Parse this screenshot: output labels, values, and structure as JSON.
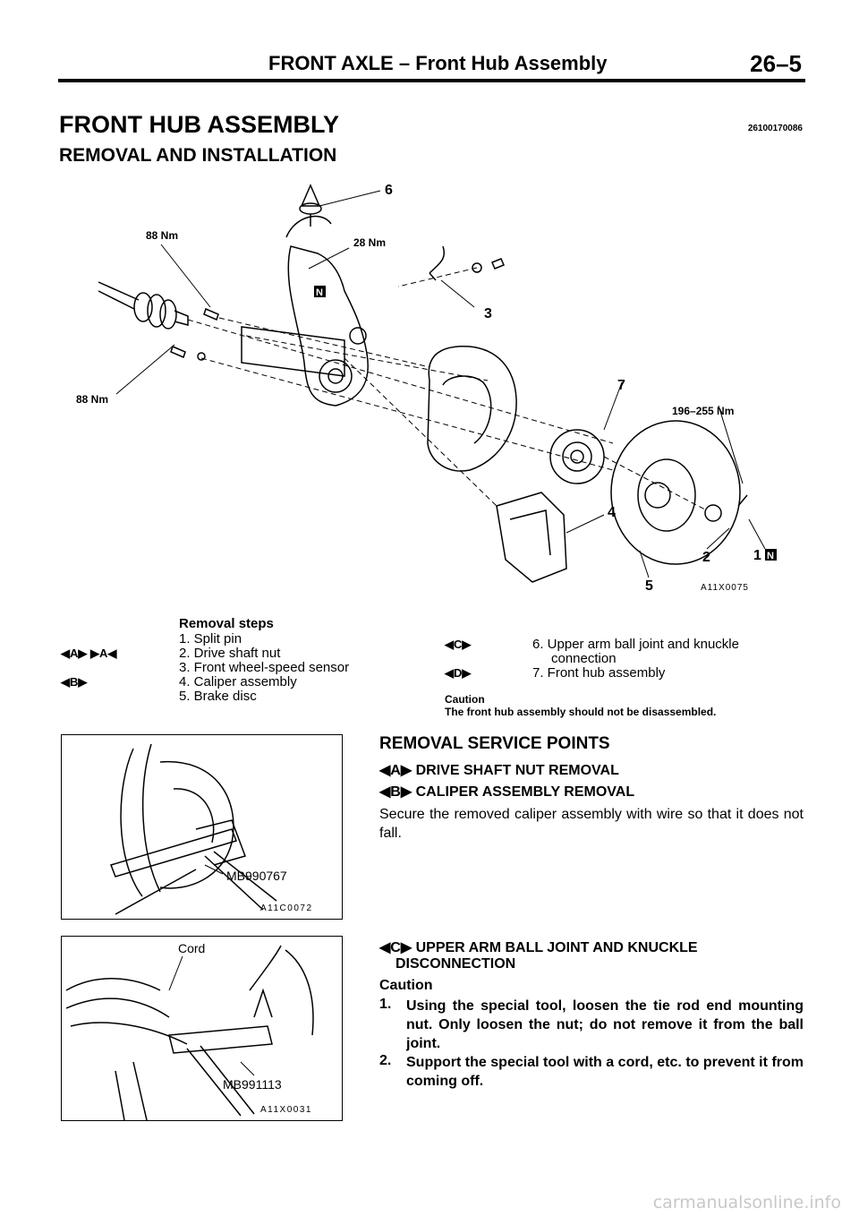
{
  "header": {
    "title": "FRONT AXLE – Front Hub Assembly",
    "page": "26–5"
  },
  "doc": {
    "title": "FRONT HUB ASSEMBLY",
    "subtitle": "REMOVAL AND INSTALLATION",
    "code": "26100170086"
  },
  "diagram": {
    "callouts": [
      "6",
      "28 Nm",
      "88 Nm",
      "3",
      "88 Nm",
      "7",
      "196–255 Nm",
      "4",
      "2",
      "1",
      "5"
    ],
    "code": "A11X0075"
  },
  "removal": {
    "heading": "Removal steps",
    "marks_left": [
      "◀A▶  ▶A◀",
      "◀B▶"
    ],
    "steps_left": [
      "1. Split pin",
      "2. Drive shaft nut",
      "3. Front wheel-speed sensor",
      "4. Caliper assembly",
      "5. Brake disc"
    ],
    "marks_right": [
      "◀C▶",
      "◀D▶"
    ],
    "steps_right": [
      "6. Upper arm ball joint and knuckle",
      "connection",
      "7. Front hub assembly"
    ],
    "caution_label": "Caution",
    "caution_text": "The front hub assembly should not be disassembled."
  },
  "fig1": {
    "tool": "MB990767",
    "code": "A11C0072"
  },
  "fig2": {
    "cord": "Cord",
    "tool": "MB991113",
    "code": "A11X0031"
  },
  "service": {
    "heading": "REMOVAL SERVICE POINTS",
    "a_title": "◀A▶ DRIVE SHAFT NUT REMOVAL",
    "b_title": "◀B▶ CALIPER ASSEMBLY REMOVAL",
    "b_body": "Secure the removed caliper assembly with wire so that it does not fall.",
    "c_title_1": "◀C▶ UPPER ARM BALL JOINT AND KNUCKLE",
    "c_title_2": "DISCONNECTION",
    "caution": "Caution",
    "item1_n": "1.",
    "item1": "Using the special tool, loosen the tie rod end mounting nut. Only loosen the nut; do not remove it from the ball joint.",
    "item2_n": "2.",
    "item2": "Support the special tool with a cord, etc. to prevent it from coming off."
  },
  "watermark": "carmanualsonline.info"
}
